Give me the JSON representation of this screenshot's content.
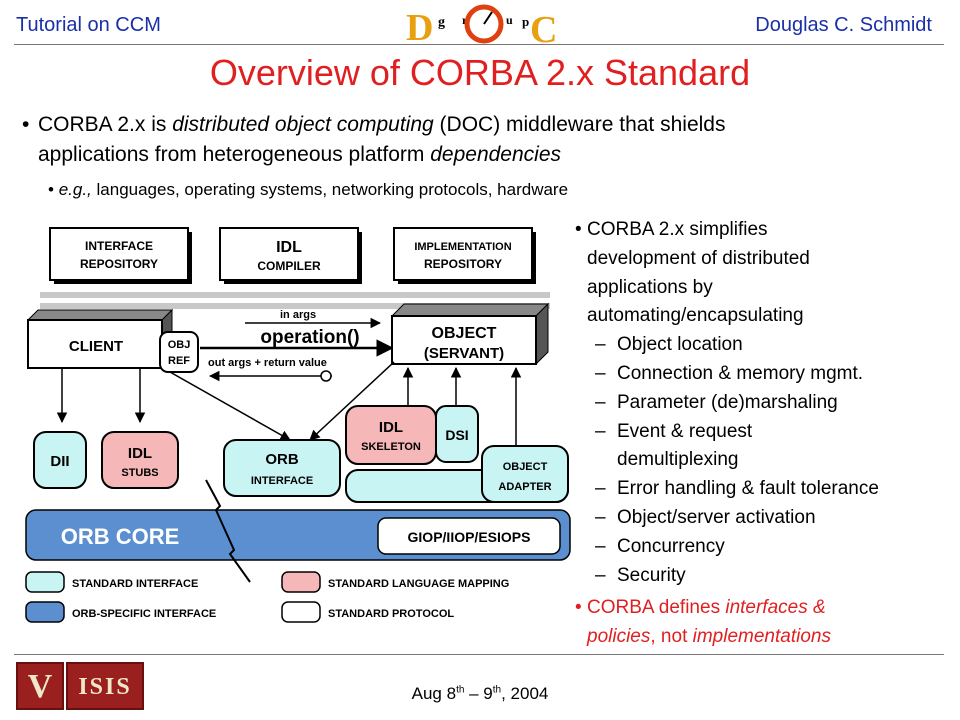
{
  "header": {
    "left": "Tutorial on CCM",
    "right": "Douglas C. Schmidt",
    "logo_letters": [
      "D",
      "g",
      "r",
      "O",
      "u",
      "p",
      "C"
    ]
  },
  "title": "Overview of CORBA 2.x Standard",
  "intro": {
    "bullet_line1_a": "CORBA 2.x is ",
    "bullet_line1_em": "distributed object computing",
    "bullet_line1_b": " (DOC) middleware that shields",
    "bullet_line2_a": "applications from heterogeneous platform ",
    "bullet_line2_em": "dependencies",
    "sub_em": "e.g.,",
    "sub_rest": " languages, operating systems, networking protocols, hardware"
  },
  "right_panel": {
    "lines": [
      "CORBA 2.x simplifies",
      "development of distributed",
      "applications by",
      "automating/encapsulating"
    ],
    "items": [
      "Object location",
      "Connection & memory mgmt.",
      "Parameter (de)marshaling",
      "Event & request",
      "demultiplexing",
      "Error handling & fault tolerance",
      "Object/server activation",
      "Concurrency",
      "Security"
    ],
    "final_a": "CORBA defines ",
    "final_em1": "interfaces &",
    "final_em2": "policies",
    "final_b": ", not ",
    "final_em3": "implementations"
  },
  "diagram": {
    "interface_repository": [
      "INTERFACE",
      "REPOSITORY"
    ],
    "idl_compiler": [
      "IDL",
      "COMPILER"
    ],
    "implementation_repository": [
      "IMPLEMENTATION",
      "REPOSITORY"
    ],
    "client": "CLIENT",
    "obj_ref": [
      "OBJ",
      "REF"
    ],
    "in_args": "in  args",
    "operation": "operation()",
    "out_args": "out  args + return  value",
    "object": [
      "OBJECT",
      "(SERVANT)"
    ],
    "dii": "DII",
    "idl_stubs": [
      "IDL",
      "STUBS"
    ],
    "orb_interface": [
      "ORB",
      "INTERFACE"
    ],
    "idl_skeleton": [
      "IDL",
      "SKELETON"
    ],
    "dsi": "DSI",
    "object_adapter": [
      "OBJECT",
      "ADAPTER"
    ],
    "orb_core": "ORB  CORE",
    "giop": "GIOP/IIOP/ESIOPS",
    "legend": {
      "standard_interface": "STANDARD INTERFACE",
      "orb_specific": "ORB-SPECIFIC INTERFACE",
      "standard_language_mapping": "STANDARD LANGUAGE MAPPING",
      "standard_protocol": "STANDARD PROTOCOL"
    },
    "colors": {
      "standard_interface": "#c8f4f4",
      "orb_specific": "#5b8fd0",
      "language_mapping": "#f5b7b7",
      "protocol": "#ffffff",
      "bus": "#c8c8c8"
    }
  },
  "footer": {
    "date_a": "Aug 8",
    "date_sup1": "th",
    "date_b": " – 9",
    "date_sup2": "th",
    "date_c": ", 2004",
    "logo_left": "V",
    "logo_right": "ISIS"
  }
}
